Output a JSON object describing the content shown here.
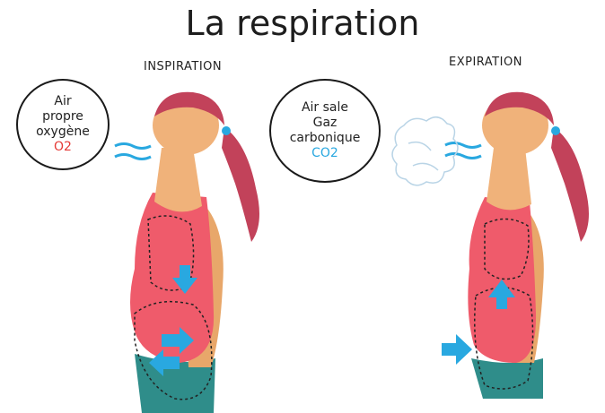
{
  "title": "La respiration",
  "inspiration": {
    "label": "INSPIRATION",
    "bubble": [
      "Air",
      "propre",
      "oxygène"
    ],
    "gas": "O2"
  },
  "expiration": {
    "label": "EXPIRATION",
    "bubble": [
      "Air sale",
      "Gaz",
      "carbonique"
    ],
    "gas": "CO2"
  },
  "colors": {
    "gas_inspiration": "#e53935",
    "gas_expiration": "#29a8e0",
    "arrow": "#29a8e0",
    "skin": "#f0b27a",
    "hair": "#c2425a",
    "top": "#ef5b6b",
    "pants": "#2f8d8a"
  }
}
